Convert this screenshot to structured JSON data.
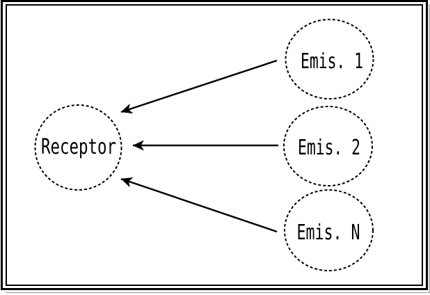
{
  "diagram": {
    "type": "source-receptor",
    "nodes": {
      "receptor": {
        "label": "Receptor"
      },
      "emis1": {
        "label": "Emis. 1"
      },
      "emis2": {
        "label": "Emis. 2"
      },
      "emisN": {
        "label": "Emis. N"
      }
    },
    "edges": [
      {
        "from": "emis1",
        "to": "receptor",
        "arrow": "to-receptor"
      },
      {
        "from": "emis2",
        "to": "receptor",
        "arrow": "to-receptor"
      },
      {
        "from": "emisN",
        "to": "receptor",
        "arrow": "to-receptor"
      }
    ],
    "colors": {
      "stroke": "#000000",
      "background": "#ffffff",
      "shadow": "#a8a8a8"
    }
  }
}
